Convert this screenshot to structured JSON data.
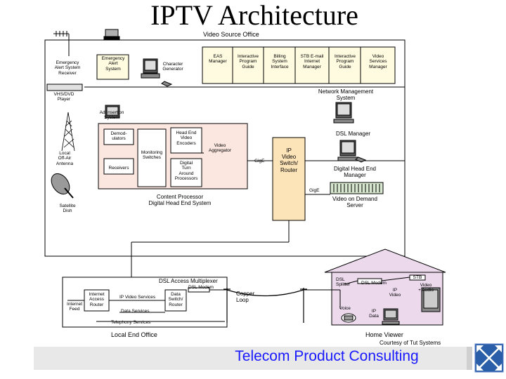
{
  "title": "IPTV Architecture",
  "video_source_office": "Video Source Office",
  "emergency_receiver": "Emergency\nAlert System\nReceiver",
  "emergency_alert_system": "Emergency\nAlert\nSystem",
  "character_generator": "Character\nGenerator",
  "top_boxes": [
    "EAS\nManager",
    "Interactive\nProgram\nGuide",
    "Billing\nSystem\nInterface",
    "STB E-mail\nInternet\nManager",
    "Interactive\nProgram\nGuide",
    "Video\nServices\nManager"
  ],
  "network_management": "Network Management\nSystem",
  "vhs_player": "VHS/DVD\nPlayer",
  "ad_insertion": "Ad Insertion\nSystem",
  "demodulators": "Demod-\nulators",
  "monitoring_switches": "Monitoring\nSwitches",
  "receivers": "Receivers",
  "head_end_encoders": "Head End\nVideo\nEncoders",
  "digital_turnaround": "Digital\nTurn\nAround\nProcessors",
  "video_aggregator": "Video\nAggregator",
  "gige_1": "GigE",
  "gige_2": "GigE",
  "ip_router": "IP\nVideo\nSwitch/\nRouter",
  "local_antenna": "Local\nOff-Air\nAntenna",
  "satellite_dish": "Satellite\nDish",
  "content_processor": "Content Processor\nDigital Head End System",
  "dsl_manager": "DSL Manager",
  "digital_head_end_manager": "Digital Head End\nManager",
  "vod_server": "Video on Demand\nServer",
  "dsl_access_multiplexer": "DSL Access Multiplexer",
  "dsl_modem_office": "DSL Modem",
  "internet_access_router": "Internet\nAccess\nRouter",
  "internet_feed": "Internet\nFeed",
  "ip_video_services": "IP Video Services",
  "data_services": "Data Services",
  "data_switch_router": "Data\nSwitch/\nRouter",
  "telephony_services": "Telephony Services",
  "copper_loop": "Copper\nLoop",
  "local_end_office": "Local End Office",
  "dsl_splitter": "DSL\nSplitter",
  "dsl_modem_home": "DSL Modem",
  "stb": "STB",
  "ip_video": "IP\nVideo",
  "video_audio": "Video\n+ Audio",
  "voice": "Voice",
  "ip_data": "IP\nData",
  "home_viewer": "Home Viewer",
  "courtesy": "Courtesy of Tut Systems",
  "footer_brand": "Telecom Product Consulting",
  "colors": {
    "cream_fill": "#fffbe0",
    "pink_fill": "#fbe6e0",
    "tan_fill": "#fde3b8",
    "home_fill": "#ecd9ec",
    "footer_bar": "#e8e8e8",
    "footer_text": "#1a1aff",
    "logo_blue": "#2a5ea8"
  }
}
